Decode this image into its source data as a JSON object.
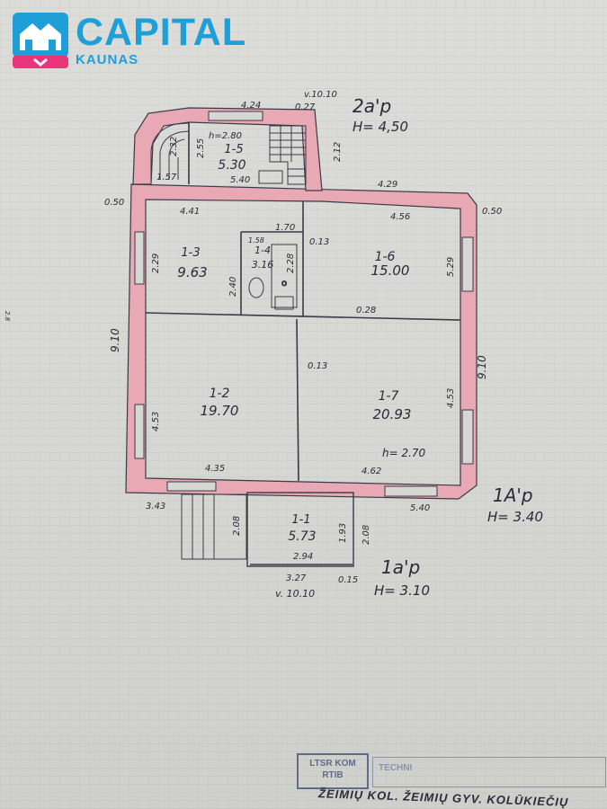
{
  "brand": {
    "name": "CAPITAL",
    "city": "KAUNAS",
    "color": "#1e9fd8",
    "accent": "#e8357a"
  },
  "plan": {
    "wall_color": "#e8a8b4",
    "floor_labels": [
      {
        "code": "2a'p",
        "height": "H= 4,50"
      },
      {
        "code": "1A'p",
        "height": "H= 3.40"
      },
      {
        "code": "1a'p",
        "height": "H= 3.10"
      }
    ],
    "rooms": [
      {
        "id": "1-5",
        "area": "5.30",
        "note": "h=2.80"
      },
      {
        "id": "1-3",
        "area": "9.63"
      },
      {
        "id": "1-4",
        "area": "3.16"
      },
      {
        "id": "1-6",
        "area": "15.00"
      },
      {
        "id": "1-2",
        "area": "19.70"
      },
      {
        "id": "1-7",
        "area": "20.93"
      },
      {
        "id": "1-1",
        "area": "5.73"
      }
    ],
    "room_height": "h= 2.70",
    "dimensions": [
      "4.24",
      "v.10.10",
      "0.27",
      "2.32",
      "2.55",
      "2.12",
      "1.57",
      "5.40",
      "0.50",
      "4.29",
      "4.41",
      "4.56",
      "0.50",
      "1.70",
      "1.58",
      "0.13",
      "2.29",
      "2.40",
      "2.28",
      "5.29",
      "0.28",
      "9.10",
      "9.10",
      "0.13",
      "4.53",
      "4.53",
      "4.35",
      "4.62",
      "3.43",
      "5.40",
      "2.08",
      "1.93",
      "2.08",
      "2.94",
      "3.27",
      "0.15",
      "v. 10.10"
    ],
    "side_mark": "2.8"
  },
  "stamp": {
    "box": "LTSR KOM RTIB",
    "line": "TECHNI",
    "handwriting": "ŽEIMIŲ KOL. ŽEIMIŲ GYV. KOLŪKIEČIŲ"
  }
}
